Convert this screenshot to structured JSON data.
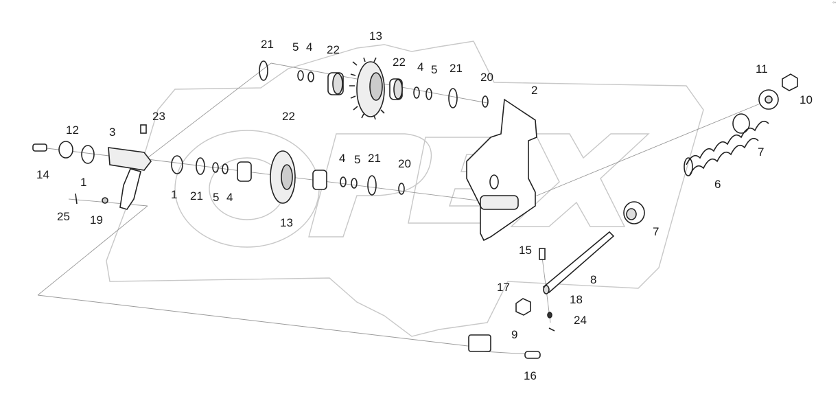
{
  "corner_mark": "°°",
  "watermark": "OPEX",
  "part_numbers": {
    "p21a": "21",
    "p5a": "5",
    "p4a": "4",
    "p22a": "22",
    "p13a": "13",
    "p22b": "22",
    "p4b": "4",
    "p5b": "5",
    "p21b": "21",
    "p20a": "20",
    "p2": "2",
    "p11": "11",
    "p10": "10",
    "p7a": "7",
    "p6": "6",
    "p7b": "7",
    "p23": "23",
    "p12": "12",
    "p3": "3",
    "p14": "14",
    "p1a": "1",
    "p25": "25",
    "p19": "19",
    "p22c": "22",
    "p1b": "1",
    "p21c": "21",
    "p5c": "5",
    "p4c": "4",
    "p13b": "13",
    "p4d": "4",
    "p5d": "5",
    "p21d": "21",
    "p20b": "20",
    "p15": "15",
    "p8": "8",
    "p17": "17",
    "p18": "18",
    "p24": "24",
    "p9": "9",
    "p16": "16"
  }
}
